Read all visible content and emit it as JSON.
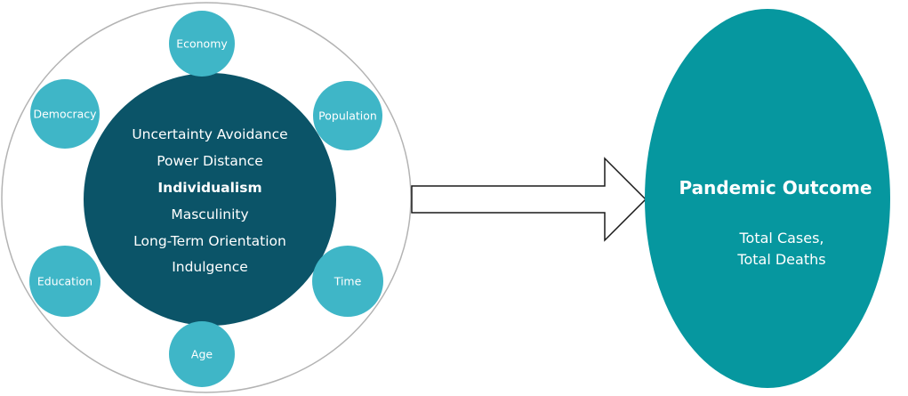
{
  "colors": {
    "outer_ring_stroke": "#b3b3b3",
    "core_fill": "#0b5468",
    "factor_fill": "#3fb6c7",
    "outcome_fill": "#06979f",
    "arrow_stroke": "#1a1a1a",
    "text": "#ffffff"
  },
  "cultural_dimensions": {
    "items": [
      {
        "label": "Uncertainty Avoidance",
        "emphasis": false
      },
      {
        "label": "Power Distance",
        "emphasis": false
      },
      {
        "label": "Individualism",
        "emphasis": true
      },
      {
        "label": "Masculinity",
        "emphasis": false
      },
      {
        "label": "Long-Term Orientation",
        "emphasis": false
      },
      {
        "label": "Indulgence",
        "emphasis": false
      }
    ]
  },
  "control_factors": {
    "economy": "Economy",
    "population": "Population",
    "democracy": "Democracy",
    "education": "Education",
    "time": "Time",
    "age": "Age"
  },
  "outcome": {
    "title": "Pandemic Outcome",
    "line1": "Total Cases,",
    "line2": "Total Deaths"
  }
}
